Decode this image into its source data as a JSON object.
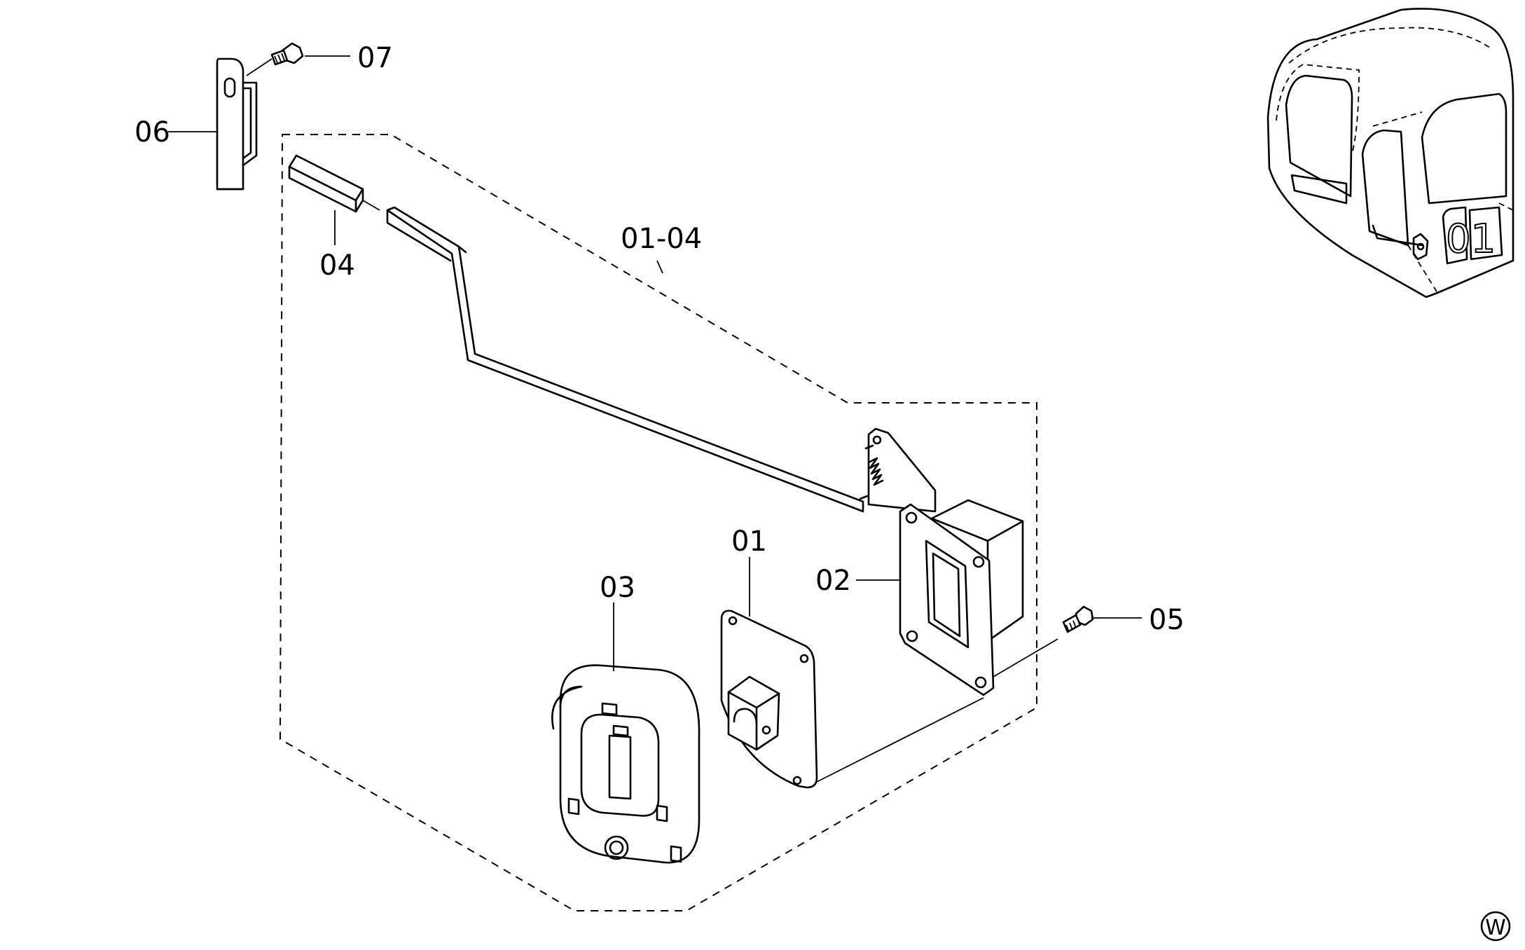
{
  "callouts": {
    "part_01": "01",
    "part_02": "02",
    "part_03": "03",
    "part_04": "04",
    "part_05": "05",
    "part_06": "06",
    "part_07": "07",
    "assembly_01_04": "01-04"
  },
  "cab_mark": "01",
  "corner_symbol": "W",
  "colors": {
    "line": "#000000",
    "background": "#ffffff"
  }
}
